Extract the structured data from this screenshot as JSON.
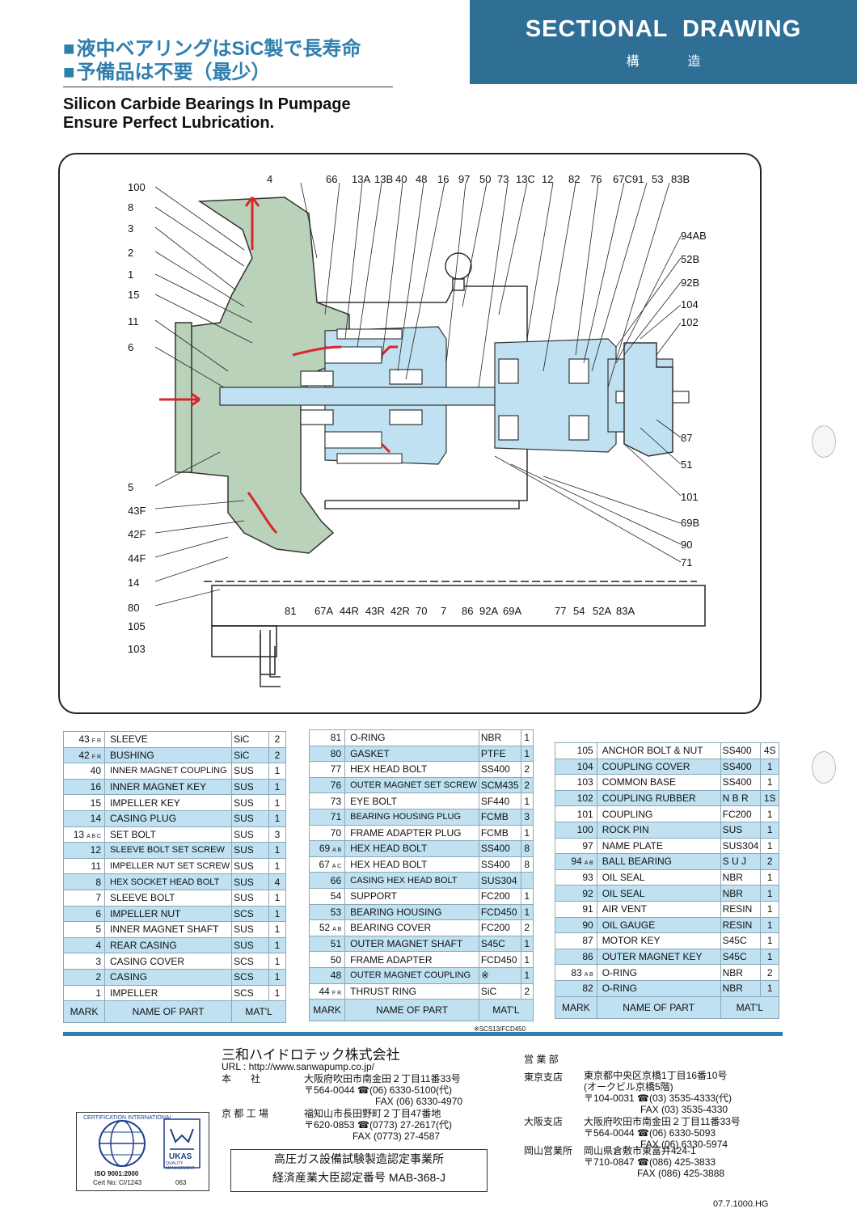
{
  "header": {
    "jp_line1": "液中ベアリングはSiC製で長寿命",
    "jp_line2": "予備品は不要（最少）",
    "en_line1": "Silicon Carbide Bearings In Pumpage",
    "en_line2": "Ensure Perfect Lubrication.",
    "section_title": "SECTIONAL  DRAWING",
    "section_sub": "構造"
  },
  "drawing": {
    "top_labels": [
      "4",
      "66",
      "13A",
      "13B",
      "40",
      "48",
      "16",
      "97",
      "50",
      "73",
      "13C",
      "12",
      "82",
      "76",
      "67C",
      "91",
      "53",
      "83B"
    ],
    "left_labels": [
      "100",
      "8",
      "3",
      "2",
      "1",
      "15",
      "11",
      "6",
      "5",
      "43F",
      "42F",
      "44F",
      "14",
      "80",
      "105",
      "103"
    ],
    "right_labels": [
      "94AB",
      "52B",
      "92B",
      "104",
      "102",
      "87",
      "51",
      "101",
      "69B",
      "90",
      "71"
    ],
    "bottom_labels": [
      "81",
      "67A",
      "44R",
      "43R",
      "42R",
      "70",
      "7",
      "86",
      "92A",
      "69A",
      "77",
      "54",
      "52A",
      "83A"
    ],
    "colors": {
      "casing": "#b9d2b9",
      "magnet": "#bfe1f1",
      "arrow": "#d9262b"
    }
  },
  "tables": {
    "header": {
      "mark": "MARK",
      "name": "NAME OF PART",
      "mat": "MAT'L"
    },
    "footnote": "※SCS13/FCD450",
    "col1": [
      {
        "mark": "43",
        "sub": "F R",
        "name": "SLEEVE",
        "mat": "SiC",
        "qty": "2"
      },
      {
        "mark": "42",
        "sub": "F R",
        "name": "BUSHING",
        "mat": "SiC",
        "qty": "2"
      },
      {
        "mark": "40",
        "sub": "",
        "name": "INNER MAGNET COUPLING",
        "mat": "SUS",
        "qty": "1"
      },
      {
        "mark": "16",
        "sub": "",
        "name": "INNER MAGNET KEY",
        "mat": "SUS",
        "qty": "1"
      },
      {
        "mark": "15",
        "sub": "",
        "name": "IMPELLER KEY",
        "mat": "SUS",
        "qty": "1"
      },
      {
        "mark": "14",
        "sub": "",
        "name": "CASING PLUG",
        "mat": "SUS",
        "qty": "1"
      },
      {
        "mark": "13",
        "sub": "A B C",
        "name": "SET BOLT",
        "mat": "SUS",
        "qty": "3"
      },
      {
        "mark": "12",
        "sub": "",
        "name": "SLEEVE BOLT SET SCREW",
        "mat": "SUS",
        "qty": "1"
      },
      {
        "mark": "11",
        "sub": "",
        "name": "IMPELLER NUT SET SCREW",
        "mat": "SUS",
        "qty": "1"
      },
      {
        "mark": "8",
        "sub": "",
        "name": "HEX SOCKET HEAD BOLT",
        "mat": "SUS",
        "qty": "4"
      },
      {
        "mark": "7",
        "sub": "",
        "name": "SLEEVE BOLT",
        "mat": "SUS",
        "qty": "1"
      },
      {
        "mark": "6",
        "sub": "",
        "name": "IMPELLER NUT",
        "mat": "SCS",
        "qty": "1"
      },
      {
        "mark": "5",
        "sub": "",
        "name": "INNER MAGNET SHAFT",
        "mat": "SUS",
        "qty": "1"
      },
      {
        "mark": "4",
        "sub": "",
        "name": "REAR CASING",
        "mat": "SUS",
        "qty": "1"
      },
      {
        "mark": "3",
        "sub": "",
        "name": "CASING COVER",
        "mat": "SCS",
        "qty": "1"
      },
      {
        "mark": "2",
        "sub": "",
        "name": "CASING",
        "mat": "SCS",
        "qty": "1"
      },
      {
        "mark": "1",
        "sub": "",
        "name": "IMPELLER",
        "mat": "SCS",
        "qty": "1"
      }
    ],
    "col2": [
      {
        "mark": "81",
        "sub": "",
        "name": "O-RING",
        "mat": "NBR",
        "qty": "1"
      },
      {
        "mark": "80",
        "sub": "",
        "name": "GASKET",
        "mat": "PTFE",
        "qty": "1"
      },
      {
        "mark": "77",
        "sub": "",
        "name": "HEX HEAD BOLT",
        "mat": "SS400",
        "qty": "2"
      },
      {
        "mark": "76",
        "sub": "",
        "name": "OUTER MAGNET SET SCREW",
        "mat": "SCM435",
        "qty": "2"
      },
      {
        "mark": "73",
        "sub": "",
        "name": "EYE BOLT",
        "mat": "SF440",
        "qty": "1"
      },
      {
        "mark": "71",
        "sub": "",
        "name": "BEARING HOUSING PLUG",
        "mat": "FCMB",
        "qty": "3"
      },
      {
        "mark": "70",
        "sub": "",
        "name": "FRAME ADAPTER PLUG",
        "mat": "FCMB",
        "qty": "1"
      },
      {
        "mark": "69",
        "sub": "A B",
        "name": "HEX HEAD BOLT",
        "mat": "SS400",
        "qty": "8"
      },
      {
        "mark": "67",
        "sub": "A C",
        "name": "HEX HEAD BOLT",
        "mat": "SS400",
        "qty": "8"
      },
      {
        "mark": "66",
        "sub": "",
        "name": "CASING HEX HEAD BOLT",
        "mat": "SUS304",
        "qty": ""
      },
      {
        "mark": "54",
        "sub": "",
        "name": "SUPPORT",
        "mat": "FC200",
        "qty": "1"
      },
      {
        "mark": "53",
        "sub": "",
        "name": "BEARING HOUSING",
        "mat": "FCD450",
        "qty": "1"
      },
      {
        "mark": "52",
        "sub": "A B",
        "name": "BEARING COVER",
        "mat": "FC200",
        "qty": "2"
      },
      {
        "mark": "51",
        "sub": "",
        "name": "OUTER MAGNET SHAFT",
        "mat": "S45C",
        "qty": "1"
      },
      {
        "mark": "50",
        "sub": "",
        "name": "FRAME ADAPTER",
        "mat": "FCD450",
        "qty": "1"
      },
      {
        "mark": "48",
        "sub": "",
        "name": "OUTER MAGNET COUPLING",
        "mat": "※",
        "qty": "1"
      },
      {
        "mark": "44",
        "sub": "F R",
        "name": "THRUST RING",
        "mat": "SiC",
        "qty": "2"
      }
    ],
    "col3": [
      {
        "mark": "105",
        "sub": "",
        "name": "ANCHOR BOLT & NUT",
        "mat": "SS400",
        "qty": "4S"
      },
      {
        "mark": "104",
        "sub": "",
        "name": "COUPLING COVER",
        "mat": "SS400",
        "qty": "1"
      },
      {
        "mark": "103",
        "sub": "",
        "name": "COMMON BASE",
        "mat": "SS400",
        "qty": "1"
      },
      {
        "mark": "102",
        "sub": "",
        "name": "COUPLING RUBBER",
        "mat": "N B R",
        "qty": "1S"
      },
      {
        "mark": "101",
        "sub": "",
        "name": "COUPLING",
        "mat": "FC200",
        "qty": "1"
      },
      {
        "mark": "100",
        "sub": "",
        "name": "ROCK PIN",
        "mat": "SUS",
        "qty": "1"
      },
      {
        "mark": "97",
        "sub": "",
        "name": "NAME PLATE",
        "mat": "SUS304",
        "qty": "1"
      },
      {
        "mark": "94",
        "sub": "A B",
        "name": "BALL BEARING",
        "mat": "S U J",
        "qty": "2"
      },
      {
        "mark": "93",
        "sub": "",
        "name": "OIL SEAL",
        "mat": "NBR",
        "qty": "1"
      },
      {
        "mark": "92",
        "sub": "",
        "name": "OIL SEAL",
        "mat": "NBR",
        "qty": "1"
      },
      {
        "mark": "91",
        "sub": "",
        "name": "AIR VENT",
        "mat": "RESIN",
        "qty": "1"
      },
      {
        "mark": "90",
        "sub": "",
        "name": "OIL GAUGE",
        "mat": "RESIN",
        "qty": "1"
      },
      {
        "mark": "87",
        "sub": "",
        "name": "MOTOR KEY",
        "mat": "S45C",
        "qty": "1"
      },
      {
        "mark": "86",
        "sub": "",
        "name": "OUTER MAGNET KEY",
        "mat": "S45C",
        "qty": "1"
      },
      {
        "mark": "83",
        "sub": "A B",
        "name": "O-RING",
        "mat": "NBR",
        "qty": "2"
      },
      {
        "mark": "82",
        "sub": "",
        "name": "O-RING",
        "mat": "NBR",
        "qty": "1"
      }
    ]
  },
  "footer": {
    "company": "三和ハイドロテック株式会社",
    "url": "URL : http://www.sanwapump.co.jp/",
    "hq_label": "本　　社",
    "hq_lines": [
      "大阪府吹田市南金田２丁目11番33号",
      "〒564-0044 ☎(06) 6330-5100(代)",
      "FAX (06) 6330-4970"
    ],
    "kyoto_label": "京 都 工 場",
    "kyoto_lines": [
      "福知山市長田野町２丁目47番地",
      "〒620-0853 ☎(0773) 27-2617(代)",
      "FAX (0773) 27-4587"
    ],
    "sales_label": "営 業 部",
    "tokyo_label": "東京支店",
    "tokyo_lines": [
      "東京都中央区京橋1丁目16番10号",
      "(オークビル京橋5階)",
      "〒104-0031 ☎(03) 3535-4333(代)",
      "FAX (03) 3535-4330"
    ],
    "osaka_label": "大阪支店",
    "osaka_lines": [
      "大阪府吹田市南金田２丁目11番33号",
      "〒564-0044 ☎(06) 6330-5093",
      "FAX (06) 6330-5974"
    ],
    "okayama_label": "岡山営業所",
    "okayama_lines": [
      "岡山県倉敷市東富井424-1",
      "〒710-0847 ☎(086) 425-3833",
      "FAX (086) 425-3888"
    ],
    "notice_line1": "高圧ガス設備試験製造認定事業所",
    "notice_line2": "経済産業大臣認定番号  MAB-368-J",
    "cert_ring": "CERTIFICATION INTERNATIONAL",
    "cert_iso": "ISO 9001:2000",
    "cert_no": "Cert No: CI/1243",
    "ukas": "UKAS",
    "ukas_sub": "QUALITY MANAGEMENT",
    "ukas_no": "063",
    "doc_code": "07.7.1000.HG"
  }
}
